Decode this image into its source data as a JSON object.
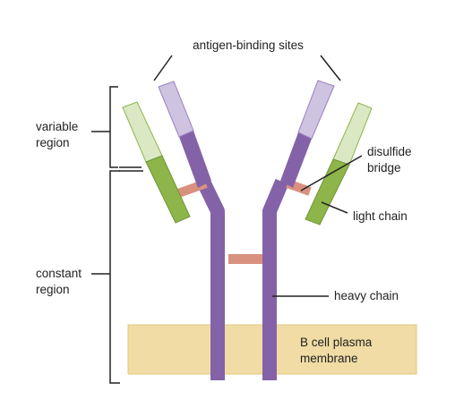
{
  "labels": {
    "antigen_binding_sites": "antigen-binding sites",
    "variable_region_line1": "variable",
    "variable_region_line2": "region",
    "constant_region_line1": "constant",
    "constant_region_line2": "region",
    "disulfide_bridge_line1": "disulfide",
    "disulfide_bridge_line2": "bridge",
    "light_chain": "light chain",
    "heavy_chain": "heavy chain",
    "membrane_line1": "B cell plasma",
    "membrane_line2": "membrane"
  },
  "colors": {
    "heavy_chain_constant": "#8462a8",
    "heavy_chain_variable": "#cfc3e2",
    "light_chain_constant": "#8db54a",
    "light_chain_variable": "#dbe8c4",
    "disulfide_bridge": "#d9917f",
    "membrane_fill": "#f0dca4",
    "membrane_stroke": "#e1c77e",
    "line": "#222222"
  }
}
